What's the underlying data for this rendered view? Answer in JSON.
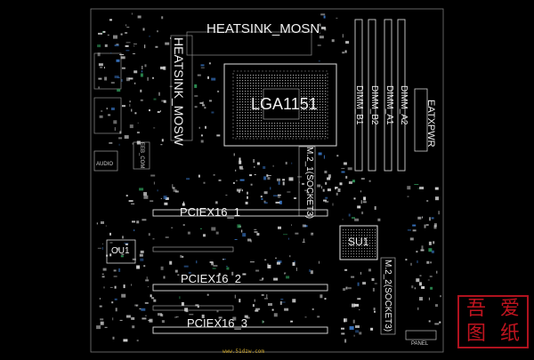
{
  "board": {
    "background": "#000000",
    "trace_color": "#c8c8c8",
    "pad_color": "#d9d9d9",
    "accent_blue": "#3a78c8",
    "accent_green": "#2f9a5a"
  },
  "labels": {
    "heatsink_mosn": "HEATSINK_MOSN",
    "heatsink_mosw": "HEATSINK_MOSW",
    "cpu_socket": "LGA1151",
    "dimm_b1": "DIMM_B1",
    "dimm_b2": "DIMM_B2",
    "dimm_a1": "DIMM_A1",
    "dimm_a2": "DIMM_A2",
    "eatxpwr": "EATXPWR",
    "m2_socket3_top": "M.2_1(SOCKET3)",
    "m2_socket3_bottom": "M.2_2(SOCKET3)",
    "pciex16_1": "PCIEX16_1",
    "pciex16_2": "PCIEX16_2",
    "pciex16_3": "PCIEX16_3",
    "su1": "SU1",
    "ou1": "OU1",
    "panel": "PANEL",
    "audio": "AUDIO",
    "eeb_com": "EEB_COM"
  },
  "watermark": {
    "chars": [
      "吾",
      "爱",
      "图",
      "纸"
    ],
    "url": "www.51dzw.com",
    "color": "#b0121e"
  }
}
